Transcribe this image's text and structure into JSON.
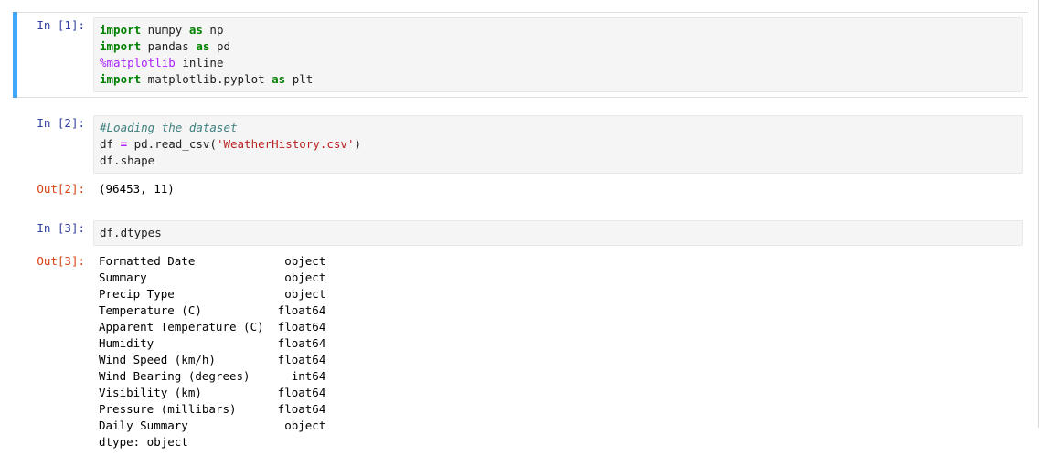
{
  "app": {
    "kind": "jupyter-notebook"
  },
  "colors": {
    "selected_bar": "#42a5f5",
    "in_prompt": "#303f9f",
    "out_prompt": "#d84315",
    "keyword": "#008000",
    "string": "#ba2121",
    "comment": "#408080",
    "operator": "#aa22ff",
    "input_background": "#f5f5f5"
  },
  "cells": [
    {
      "prompt": "In [1]:",
      "selected": true,
      "code_lines": [
        [
          {
            "t": "import",
            "c": "k"
          },
          {
            "t": " numpy ",
            "c": "n"
          },
          {
            "t": "as",
            "c": "k"
          },
          {
            "t": " np",
            "c": "n"
          }
        ],
        [
          {
            "t": "import",
            "c": "k"
          },
          {
            "t": " pandas ",
            "c": "n"
          },
          {
            "t": "as",
            "c": "k"
          },
          {
            "t": " pd",
            "c": "n"
          }
        ],
        [
          {
            "t": "%matplotlib",
            "c": "m"
          },
          {
            "t": " inline",
            "c": "n"
          }
        ],
        [
          {
            "t": "import",
            "c": "k"
          },
          {
            "t": " matplotlib.pyplot ",
            "c": "n"
          },
          {
            "t": "as",
            "c": "k"
          },
          {
            "t": " plt",
            "c": "n"
          }
        ]
      ]
    },
    {
      "prompt": "In [2]:",
      "selected": false,
      "code_lines": [
        [
          {
            "t": "#Loading the dataset",
            "c": "c"
          }
        ],
        [
          {
            "t": "df ",
            "c": "n"
          },
          {
            "t": "=",
            "c": "o"
          },
          {
            "t": " pd.read_csv(",
            "c": "n"
          },
          {
            "t": "'WeatherHistory.csv'",
            "c": "s"
          },
          {
            "t": ")",
            "c": "n"
          }
        ],
        [
          {
            "t": "df.shape",
            "c": "n"
          }
        ]
      ],
      "output": {
        "prompt": "Out[2]:",
        "text": "(96453, 11)"
      }
    },
    {
      "prompt": "In [3]:",
      "selected": false,
      "code_lines": [
        [
          {
            "t": "df.dtypes",
            "c": "n"
          }
        ]
      ],
      "output": {
        "prompt": "Out[3]:",
        "columns": [
          {
            "name": "Formatted Date",
            "dtype": "object"
          },
          {
            "name": "Summary",
            "dtype": "object"
          },
          {
            "name": "Precip Type",
            "dtype": "object"
          },
          {
            "name": "Temperature (C)",
            "dtype": "float64"
          },
          {
            "name": "Apparent Temperature (C)",
            "dtype": "float64"
          },
          {
            "name": "Humidity",
            "dtype": "float64"
          },
          {
            "name": "Wind Speed (km/h)",
            "dtype": "float64"
          },
          {
            "name": "Wind Bearing (degrees)",
            "dtype": "int64"
          },
          {
            "name": "Visibility (km)",
            "dtype": "float64"
          },
          {
            "name": "Pressure (millibars)",
            "dtype": "float64"
          },
          {
            "name": "Daily Summary",
            "dtype": "object"
          }
        ],
        "footer": "dtype: object",
        "name_width": 25,
        "dtype_width": 8
      }
    }
  ]
}
